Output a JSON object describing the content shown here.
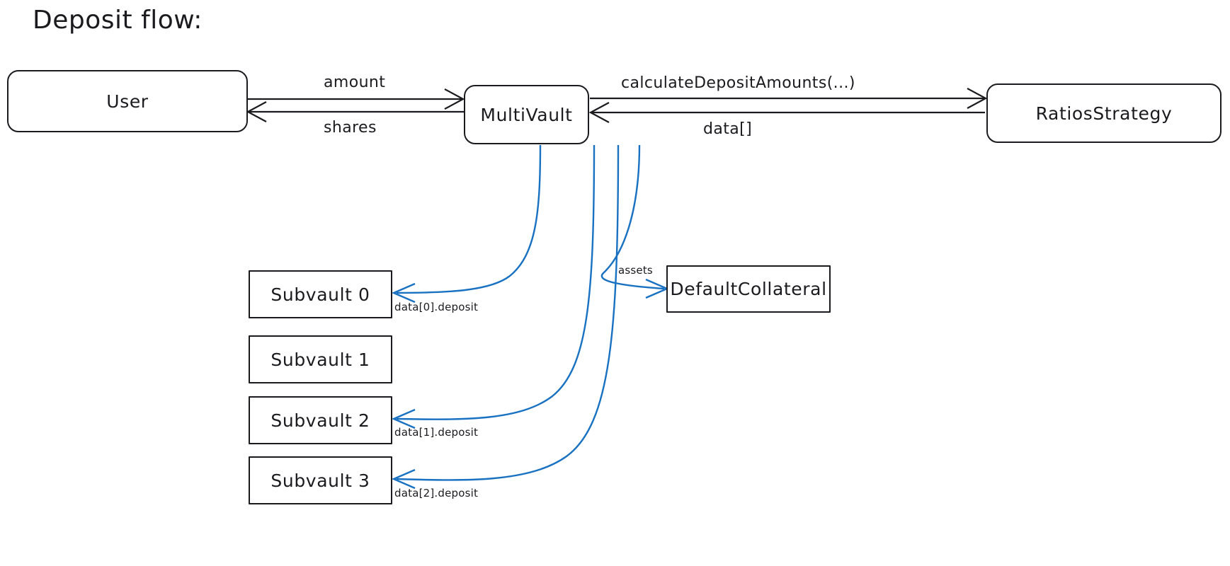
{
  "diagram": {
    "title": "Deposit flow:",
    "type": "flow-diagram",
    "accent_color": "#1971c2",
    "stroke_color": "#1b1b1f",
    "background_color": "#ffffff"
  },
  "nodes": {
    "user": "User",
    "multivault": "MultiVault",
    "ratios_strategy": "RatiosStrategy",
    "default_collateral": "DefaultCollateral",
    "subvault_0": "Subvault 0",
    "subvault_1": "Subvault 1",
    "subvault_2": "Subvault 2",
    "subvault_3": "Subvault 3"
  },
  "edge_labels": {
    "amount": "amount",
    "shares": "shares",
    "calculate_deposit_amounts": "calculateDepositAmounts(...)",
    "data_array": "data[]",
    "assets": "assets",
    "data0_deposit": "data[0].deposit",
    "data1_deposit": "data[1].deposit",
    "data2_deposit": "data[2].deposit"
  }
}
